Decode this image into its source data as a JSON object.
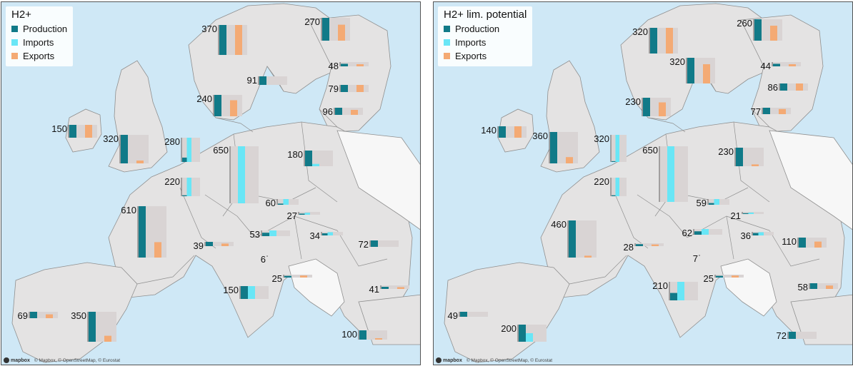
{
  "colors": {
    "production": "#117a88",
    "imports": "#69e6f6",
    "exports": "#f4aa74",
    "bar_background": "#d9d4d4",
    "sea": "#cfe8f6",
    "land": "#e4e3e3",
    "border": "#8f8f8f",
    "non_model_land": "#f7f7f7"
  },
  "attribution": {
    "logo": "mapbox",
    "text": "© Mapbox, © OpenStreetMap, © Eurostat"
  },
  "panels": [
    {
      "legend": {
        "title": "H2+",
        "items": [
          {
            "label": "Production",
            "color": "#117a88"
          },
          {
            "label": "Imports",
            "color": "#69e6f6"
          },
          {
            "label": "Exports",
            "color": "#f4aa74"
          }
        ]
      },
      "markers": [
        {
          "label": "370",
          "production": 1.0,
          "imports": 0.0,
          "exports": 1.0
        },
        {
          "label": "270",
          "production": 1.0,
          "imports": 0.0,
          "exports": 0.7
        },
        {
          "label": "91",
          "production": 1.0,
          "imports": 0.0,
          "exports": 0.0
        },
        {
          "label": "48",
          "production": 0.6,
          "imports": 0.0,
          "exports": 0.5
        },
        {
          "label": "79",
          "production": 1.0,
          "imports": 0.0,
          "exports": 1.0
        },
        {
          "label": "240",
          "production": 1.0,
          "imports": 0.0,
          "exports": 0.75
        },
        {
          "label": "96",
          "production": 1.0,
          "imports": 0.0,
          "exports": 0.7
        },
        {
          "label": "150",
          "production": 1.0,
          "imports": 0.0,
          "exports": 1.0
        },
        {
          "label": "320",
          "production": 1.0,
          "imports": 0.0,
          "exports": 0.1
        },
        {
          "label": "280",
          "production": 0.18,
          "imports": 1.0,
          "exports": 0.0
        },
        {
          "label": "650",
          "production": 0.0,
          "imports": 1.0,
          "exports": 0.0
        },
        {
          "label": "180",
          "production": 1.0,
          "imports": 0.15,
          "exports": 0.0
        },
        {
          "label": "220",
          "production": 0.05,
          "imports": 1.0,
          "exports": 0.0
        },
        {
          "label": "60",
          "production": 0.2,
          "imports": 1.0,
          "exports": 0.0
        },
        {
          "label": "27",
          "production": 0.4,
          "imports": 0.7,
          "exports": 0.0
        },
        {
          "label": "610",
          "production": 1.0,
          "imports": 0.0,
          "exports": 0.3
        },
        {
          "label": "53",
          "production": 0.6,
          "imports": 1.0,
          "exports": 0.0
        },
        {
          "label": "34",
          "production": 0.6,
          "imports": 0.9,
          "exports": 0.0
        },
        {
          "label": "72",
          "production": 1.0,
          "imports": 0.0,
          "exports": 0.0
        },
        {
          "label": "39",
          "production": 1.0,
          "imports": 0.0,
          "exports": 0.6
        },
        {
          "label": "6",
          "production": 0.0,
          "imports": 0.0,
          "exports": 0.0
        },
        {
          "label": "25",
          "production": 0.6,
          "imports": 0.0,
          "exports": 0.7
        },
        {
          "label": "150",
          "production": 1.0,
          "imports": 1.0,
          "exports": 0.0
        },
        {
          "label": "41",
          "production": 0.6,
          "imports": 0.0,
          "exports": 0.5
        },
        {
          "label": "69",
          "production": 1.0,
          "imports": 0.0,
          "exports": 0.6
        },
        {
          "label": "350",
          "production": 1.0,
          "imports": 0.0,
          "exports": 0.2
        },
        {
          "label": "100",
          "production": 1.0,
          "imports": 0.0,
          "exports": 0.15
        }
      ]
    },
    {
      "legend": {
        "title": "H2+ lim. potential",
        "items": [
          {
            "label": "Production",
            "color": "#117a88"
          },
          {
            "label": "Imports",
            "color": "#69e6f6"
          },
          {
            "label": "Exports",
            "color": "#f4aa74"
          }
        ]
      },
      "markers": [
        {
          "label": "320",
          "production": 1.0,
          "imports": 0.0,
          "exports": 1.0
        },
        {
          "label": "260",
          "production": 1.0,
          "imports": 0.0,
          "exports": 0.7
        },
        {
          "label": "320",
          "production": 1.0,
          "imports": 0.0,
          "exports": 0.75
        },
        {
          "label": "44",
          "production": 0.6,
          "imports": 0.0,
          "exports": 0.5
        },
        {
          "label": "86",
          "production": 1.0,
          "imports": 0.0,
          "exports": 1.0
        },
        {
          "label": "230",
          "production": 1.0,
          "imports": 0.0,
          "exports": 0.75
        },
        {
          "label": "77",
          "production": 1.0,
          "imports": 0.0,
          "exports": 0.8
        },
        {
          "label": "140",
          "production": 1.0,
          "imports": 0.0,
          "exports": 1.0
        },
        {
          "label": "360",
          "production": 1.0,
          "imports": 0.0,
          "exports": 0.2
        },
        {
          "label": "320",
          "production": 0.03,
          "imports": 1.0,
          "exports": 0.0
        },
        {
          "label": "650",
          "production": 0.0,
          "imports": 1.0,
          "exports": 0.0
        },
        {
          "label": "230",
          "production": 1.0,
          "imports": 0.0,
          "exports": 0.1
        },
        {
          "label": "220",
          "production": 0.05,
          "imports": 1.0,
          "exports": 0.0
        },
        {
          "label": "59",
          "production": 0.3,
          "imports": 1.0,
          "exports": 0.0
        },
        {
          "label": "21",
          "production": 0.4,
          "imports": 0.7,
          "exports": 0.0
        },
        {
          "label": "460",
          "production": 1.0,
          "imports": 0.0,
          "exports": 0.05
        },
        {
          "label": "62",
          "production": 0.6,
          "imports": 1.0,
          "exports": 0.0
        },
        {
          "label": "36",
          "production": 0.7,
          "imports": 0.9,
          "exports": 0.0
        },
        {
          "label": "110",
          "production": 1.0,
          "imports": 0.0,
          "exports": 0.6
        },
        {
          "label": "28",
          "production": 0.7,
          "imports": 0.0,
          "exports": 0.6
        },
        {
          "label": "7",
          "production": 0.0,
          "imports": 0.0,
          "exports": 0.0
        },
        {
          "label": "25",
          "production": 0.6,
          "imports": 0.0,
          "exports": 0.7
        },
        {
          "label": "210",
          "production": 0.4,
          "imports": 1.0,
          "exports": 0.0
        },
        {
          "label": "58",
          "production": 1.0,
          "imports": 0.0,
          "exports": 0.6
        },
        {
          "label": "49",
          "production": 1.0,
          "imports": 0.0,
          "exports": 0.0
        },
        {
          "label": "200",
          "production": 1.0,
          "imports": 0.5,
          "exports": 0.0
        },
        {
          "label": "72",
          "production": 1.0,
          "imports": 0.0,
          "exports": 0.0
        }
      ]
    }
  ]
}
